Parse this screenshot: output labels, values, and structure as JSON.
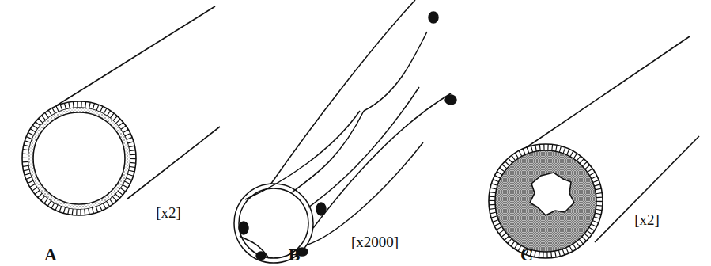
{
  "diagram": {
    "labels": [
      "[x2]",
      "[x2000]",
      "[x2]",
      "A",
      "B",
      "C"
    ]
  }
}
